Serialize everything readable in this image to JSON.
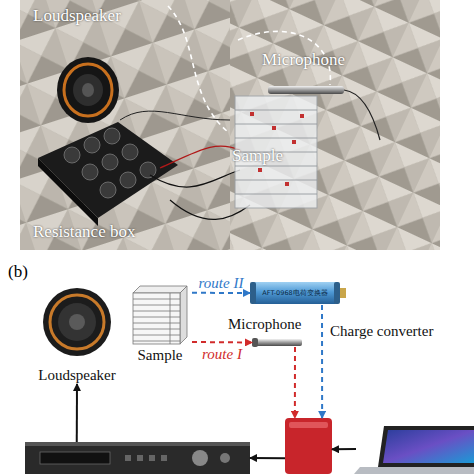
{
  "diagram": {
    "nodes": [
      {
        "text": [
          "Loudspeaker"
        ]
      },
      {
        "text": [
          "Sample"
        ]
      },
      {
        "text": [
          "AFT-0968电荷变换器",
          "Charge converter"
        ]
      },
      {
        "text": [
          "Microphone"
        ]
      },
      {
        "text": []
      },
      {
        "text": []
      },
      {
        "text": []
      }
    ],
    "edges": [
      {
        "from": 1,
        "to": 2,
        "arrow": "to",
        "label": "route II"
      },
      {
        "from": 1,
        "to": 3,
        "arrow": "to",
        "label": "route I"
      },
      {
        "from": 3,
        "to": 4,
        "arrow": "to"
      },
      {
        "from": 2,
        "to": 4,
        "arrow": "to"
      },
      {
        "from": 6,
        "to": 4,
        "arrow": "to"
      },
      {
        "from": 4,
        "to": 5,
        "arrow": "to"
      },
      {
        "from": 5,
        "to": 0,
        "arrow": "to"
      }
    ],
    "labels": [
      "Loudspeaker",
      "Microphone",
      "Sample",
      "Resistance box",
      "(b)"
    ]
  }
}
